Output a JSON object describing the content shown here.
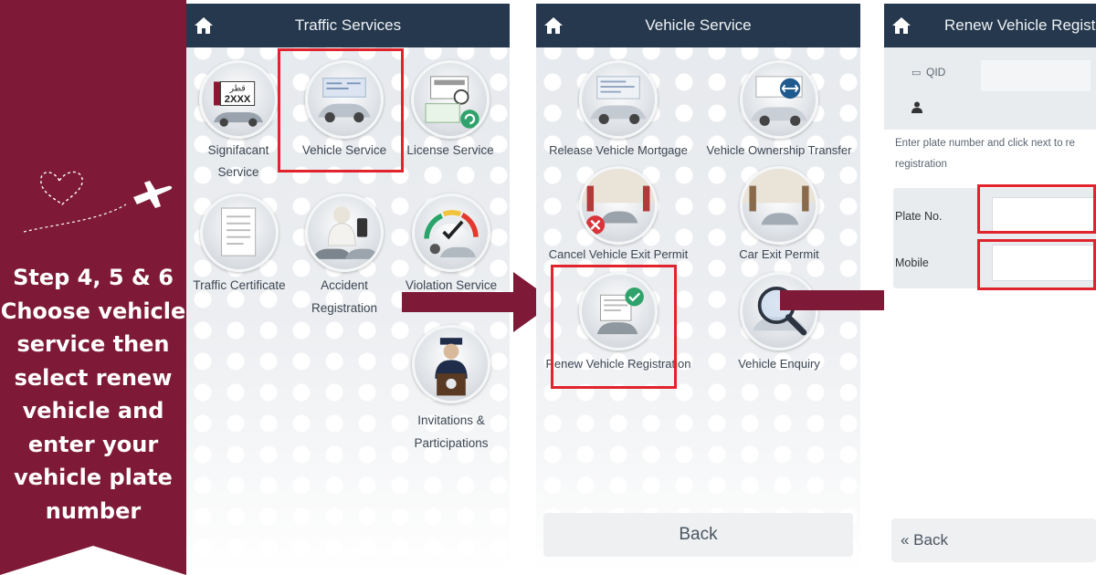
{
  "banner": {
    "text": "Step 4, 5 & 6 Choose vehicle service then select renew vehicle and enter your vehicle plate number",
    "bg_color": "#7e1a37"
  },
  "panel1": {
    "title": "Traffic Services",
    "tiles": [
      {
        "label1": "Signifacant",
        "label2": "Service",
        "icon": "plate-car-icon"
      },
      {
        "label1": "Vehicle Service",
        "label2": "",
        "icon": "vehicle-service-icon"
      },
      {
        "label1": "License Service",
        "label2": "",
        "icon": "license-icon"
      },
      {
        "label1": "Traffic Certificate",
        "label2": "",
        "icon": "certificate-icon"
      },
      {
        "label1": "Accident",
        "label2": "Registration",
        "icon": "accident-icon"
      },
      {
        "label1": "Violation Service",
        "label2": "",
        "icon": "speedometer-icon"
      },
      {
        "label1": "Invitations &",
        "label2": "Participations",
        "icon": "officer-icon"
      }
    ],
    "plate_text": "2XXX",
    "plate_arabic": "قطر"
  },
  "panel2": {
    "title": "Vehicle Service",
    "tiles": [
      {
        "label": "Release Vehicle Mortgage",
        "icon": "mortgage-icon"
      },
      {
        "label": "Vehicle Ownership Transfer",
        "icon": "transfer-icon"
      },
      {
        "label": "Cancel Vehicle Exit Permit",
        "icon": "cancel-exit-icon"
      },
      {
        "label": "Car Exit Permit",
        "icon": "exit-permit-icon"
      },
      {
        "label": "Renew Vehicle Registration",
        "icon": "renew-icon"
      },
      {
        "label": "Vehicle Enquiry",
        "icon": "enquiry-icon"
      }
    ],
    "back_label": "Back"
  },
  "panel3": {
    "title": "Renew Vehicle Regist",
    "qid_label": "QID",
    "hint": "Enter plate number and click next to re registration",
    "plate_label": "Plate No.",
    "mobile_label": "Mobile",
    "back_label": "« Back"
  },
  "colors": {
    "header": "#26384d",
    "highlight": "#e0232d",
    "arrow": "#7e1a37"
  }
}
